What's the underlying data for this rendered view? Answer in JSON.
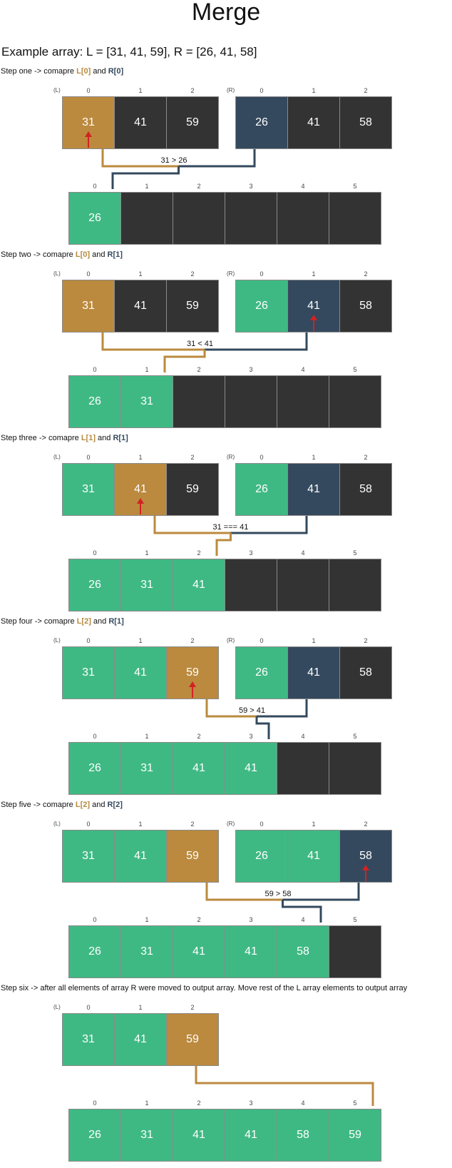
{
  "title": "Merge",
  "subtitle": "Example array: L = [31, 41, 59], R = [26, 41, 58]",
  "colors": {
    "empty": "#333333",
    "done": "#3fb984",
    "left_active": "#bb8a3e",
    "right_active": "#34495e",
    "pointer_arrow": "#d22222",
    "left_line": "#bb8a3e",
    "right_line": "#34495e"
  },
  "steps": [
    {
      "title_pre": "Step one -> comapre ",
      "title_a": "L[0]",
      "title_mid": " and ",
      "title_b": "R[0]",
      "title_post": "",
      "left": {
        "tag": "(L)",
        "indices": [
          "0",
          "1",
          "2"
        ],
        "values": [
          "31",
          "41",
          "59"
        ],
        "states": [
          "gold",
          "dark",
          "dark"
        ]
      },
      "right": {
        "tag": "(R)",
        "indices": [
          "0",
          "1",
          "2"
        ],
        "values": [
          "26",
          "41",
          "58"
        ],
        "states": [
          "navy",
          "dark",
          "dark"
        ]
      },
      "output": {
        "indices": [
          "0",
          "1",
          "2",
          "3",
          "4",
          "5"
        ],
        "values": [
          "26",
          "",
          "",
          "",
          "",
          ""
        ],
        "states": [
          "green",
          "dark",
          "dark",
          "dark",
          "dark",
          "dark"
        ]
      },
      "comparison": "31 > 26",
      "pointer": "left",
      "pointer_index": 0,
      "winner": "right",
      "left_from": 0,
      "right_from": 0,
      "target": 0
    },
    {
      "title_pre": "Step two -> comapre ",
      "title_a": "L[0]",
      "title_mid": " and ",
      "title_b": "R[1]",
      "title_post": "",
      "left": {
        "tag": "(L)",
        "indices": [
          "0",
          "1",
          "2"
        ],
        "values": [
          "31",
          "41",
          "59"
        ],
        "states": [
          "gold",
          "dark",
          "dark"
        ]
      },
      "right": {
        "tag": "(R)",
        "indices": [
          "0",
          "1",
          "2"
        ],
        "values": [
          "26",
          "41",
          "58"
        ],
        "states": [
          "green",
          "navy",
          "dark"
        ]
      },
      "output": {
        "indices": [
          "0",
          "1",
          "2",
          "3",
          "4",
          "5"
        ],
        "values": [
          "26",
          "31",
          "",
          "",
          "",
          ""
        ],
        "states": [
          "green",
          "green",
          "dark",
          "dark",
          "dark",
          "dark"
        ]
      },
      "comparison": "31 < 41",
      "pointer": "right",
      "pointer_index": 1,
      "winner": "left",
      "left_from": 0,
      "right_from": 1,
      "target": 1
    },
    {
      "title_pre": "Step three -> comapre ",
      "title_a": "L[1]",
      "title_mid": " and ",
      "title_b": "R[1]",
      "title_post": "",
      "left": {
        "tag": "(L)",
        "indices": [
          "0",
          "1",
          "2"
        ],
        "values": [
          "31",
          "41",
          "59"
        ],
        "states": [
          "green",
          "gold",
          "dark"
        ]
      },
      "right": {
        "tag": "(R)",
        "indices": [
          "0",
          "1",
          "2"
        ],
        "values": [
          "26",
          "41",
          "58"
        ],
        "states": [
          "green",
          "navy",
          "dark"
        ]
      },
      "output": {
        "indices": [
          "0",
          "1",
          "2",
          "3",
          "4",
          "5"
        ],
        "values": [
          "26",
          "31",
          "41",
          "",
          "",
          ""
        ],
        "states": [
          "green",
          "green",
          "green",
          "dark",
          "dark",
          "dark"
        ]
      },
      "comparison": "31 === 41",
      "pointer": "left",
      "pointer_index": 1,
      "winner": "left",
      "left_from": 1,
      "right_from": 1,
      "target": 2
    },
    {
      "title_pre": "Step four -> comapre ",
      "title_a": "L[2]",
      "title_mid": " and ",
      "title_b": "R[1]",
      "title_post": "",
      "left": {
        "tag": "(L)",
        "indices": [
          "0",
          "1",
          "2"
        ],
        "values": [
          "31",
          "41",
          "59"
        ],
        "states": [
          "green",
          "green",
          "gold"
        ]
      },
      "right": {
        "tag": "(R)",
        "indices": [
          "0",
          "1",
          "2"
        ],
        "values": [
          "26",
          "41",
          "58"
        ],
        "states": [
          "green",
          "navy",
          "dark"
        ]
      },
      "output": {
        "indices": [
          "0",
          "1",
          "2",
          "3",
          "4",
          "5"
        ],
        "values": [
          "26",
          "31",
          "41",
          "41",
          "",
          ""
        ],
        "states": [
          "green",
          "green",
          "green",
          "green",
          "dark",
          "dark"
        ]
      },
      "comparison": "59 > 41",
      "pointer": "left",
      "pointer_index": 2,
      "winner": "right",
      "left_from": 2,
      "right_from": 1,
      "target": 3
    },
    {
      "title_pre": "Step five -> comapre ",
      "title_a": "L[2]",
      "title_mid": " and ",
      "title_b": "R[2]",
      "title_post": "",
      "left": {
        "tag": "(L)",
        "indices": [
          "0",
          "1",
          "2"
        ],
        "values": [
          "31",
          "41",
          "59"
        ],
        "states": [
          "green",
          "green",
          "gold"
        ]
      },
      "right": {
        "tag": "(R)",
        "indices": [
          "0",
          "1",
          "2"
        ],
        "values": [
          "26",
          "41",
          "58"
        ],
        "states": [
          "green",
          "green",
          "navy"
        ]
      },
      "output": {
        "indices": [
          "0",
          "1",
          "2",
          "3",
          "4",
          "5"
        ],
        "values": [
          "26",
          "31",
          "41",
          "41",
          "58",
          ""
        ],
        "states": [
          "green",
          "green",
          "green",
          "green",
          "green",
          "dark"
        ]
      },
      "comparison": "59 > 58",
      "pointer": "right",
      "pointer_index": 2,
      "winner": "right",
      "left_from": 2,
      "right_from": 2,
      "target": 4
    },
    {
      "title_pre": "Step six -> after all elements of array R were moved to output array. Move rest of the L array elements to output array",
      "title_a": "",
      "title_mid": "",
      "title_b": "",
      "title_post": "",
      "left": {
        "tag": "(L)",
        "indices": [
          "0",
          "1",
          "2"
        ],
        "values": [
          "31",
          "41",
          "59"
        ],
        "states": [
          "green",
          "green",
          "gold"
        ]
      },
      "right": null,
      "output": {
        "indices": [
          "0",
          "1",
          "2",
          "3",
          "4",
          "5"
        ],
        "values": [
          "26",
          "31",
          "41",
          "41",
          "58",
          "59"
        ],
        "states": [
          "green",
          "green",
          "green",
          "green",
          "green",
          "green"
        ]
      },
      "comparison": "",
      "pointer": "none",
      "pointer_index": -1,
      "winner": "left",
      "left_from": 2,
      "right_from": -1,
      "target": 5
    }
  ]
}
